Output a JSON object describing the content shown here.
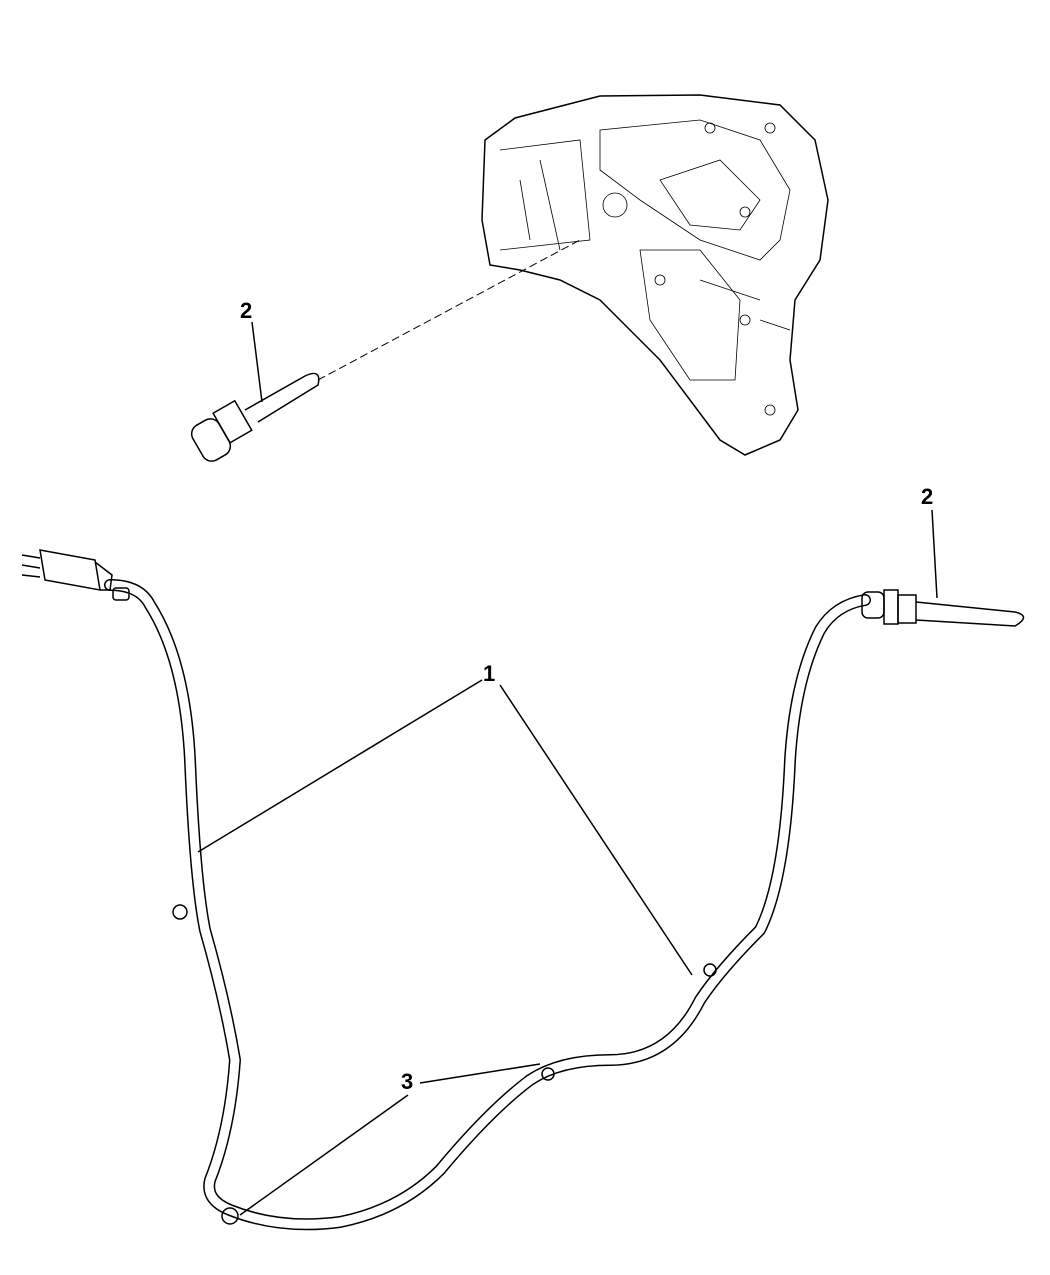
{
  "diagram": {
    "callouts": {
      "engine_heater_element": "2",
      "heater_element_on_cord": "2",
      "cord_assembly": "1",
      "clip": "3"
    },
    "line_color": "#000000",
    "background": "#ffffff"
  }
}
